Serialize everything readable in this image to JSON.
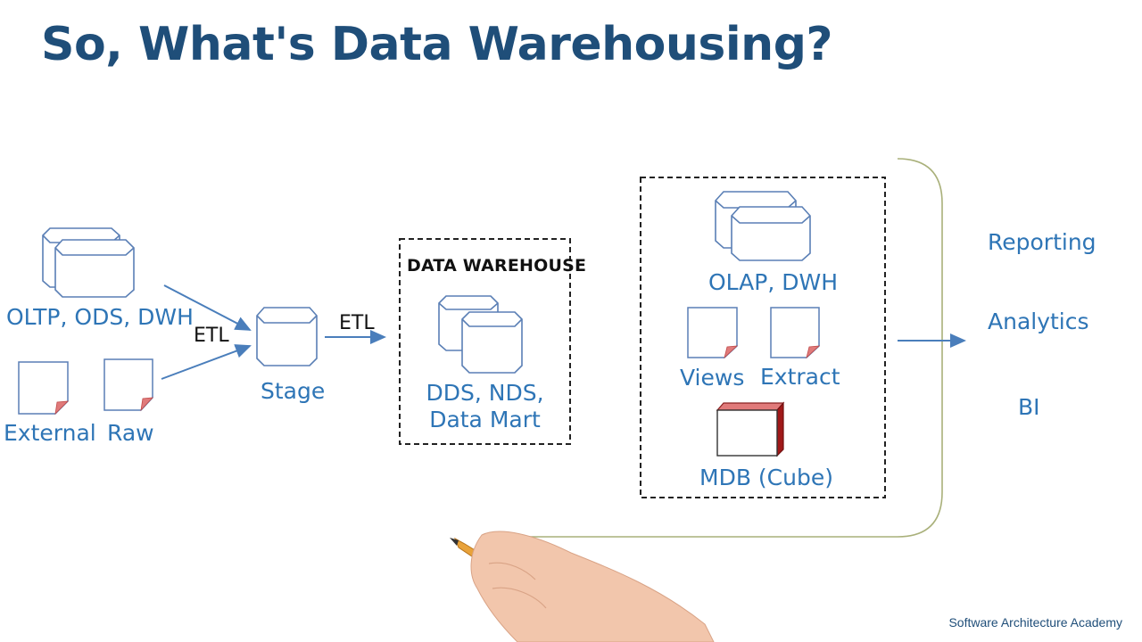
{
  "title": "So, What's Data Warehousing?",
  "sources": {
    "databases_label": "OLTP, ODS, DWH",
    "external_label": "External",
    "raw_label": "Raw"
  },
  "etl_1": "ETL",
  "stage_label": "Stage",
  "etl_2": "ETL",
  "warehouse": {
    "heading": "DATA WAREHOUSE",
    "label_line1": "DDS, NDS,",
    "label_line2": "Data Mart"
  },
  "olap": {
    "db_label": "OLAP, DWH",
    "views_label": "Views",
    "extract_label": "Extract",
    "cube_label": "MDB (Cube)"
  },
  "outputs": [
    "Reporting",
    "Analytics",
    "BI"
  ],
  "footer": "Software Architecture Academy",
  "colors": {
    "title": "#1f4e79",
    "label": "#2e75b6",
    "arrow": "#4a7ebb",
    "outline": "#5a7fb5",
    "cube_top": "#e07a7a",
    "cube_side": "#a01818",
    "bracket": "#a9b07a"
  }
}
